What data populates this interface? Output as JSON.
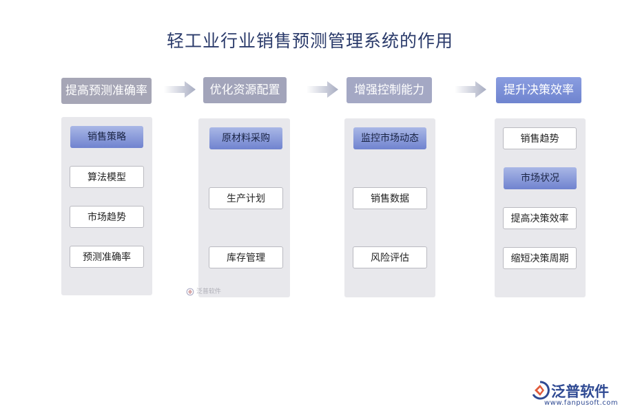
{
  "title": "轻工业行业销售预测管理系统的作用",
  "columns": [
    {
      "header": "提高预测准确率",
      "items": [
        {
          "label": "销售策略",
          "highlight": true
        },
        {
          "label": "算法模型",
          "highlight": false
        },
        {
          "label": "市场趋势",
          "highlight": false
        },
        {
          "label": "预测准确率",
          "highlight": false
        }
      ]
    },
    {
      "header": "优化资源配置",
      "items": [
        {
          "label": "原材料采购",
          "highlight": true
        },
        {
          "label": "生产计划",
          "highlight": false
        },
        {
          "label": "库存管理",
          "highlight": false
        }
      ]
    },
    {
      "header": "增强控制能力",
      "items": [
        {
          "label": "监控市场动态",
          "highlight": true
        },
        {
          "label": "销售数据",
          "highlight": false
        },
        {
          "label": "风险评估",
          "highlight": false
        }
      ]
    },
    {
      "header": "提升决策效率",
      "items": [
        {
          "label": "销售趋势",
          "highlight": false
        },
        {
          "label": "市场状况",
          "highlight": true
        },
        {
          "label": "提高决策效率",
          "highlight": false
        },
        {
          "label": "缩短决策周期",
          "highlight": false
        }
      ]
    }
  ],
  "watermark": "泛普软件",
  "logo": {
    "name": "泛普软件",
    "url": "www.fanpusoft.com"
  },
  "colors": {
    "header_1": "#a4a4b4",
    "header_2": "#a0a2b8",
    "header_3": "#a3a6c2",
    "header_4": "#7b8fd6",
    "highlight": "#7f90d4",
    "panel": "#e8e8ec",
    "title": "#2a3a6a"
  }
}
